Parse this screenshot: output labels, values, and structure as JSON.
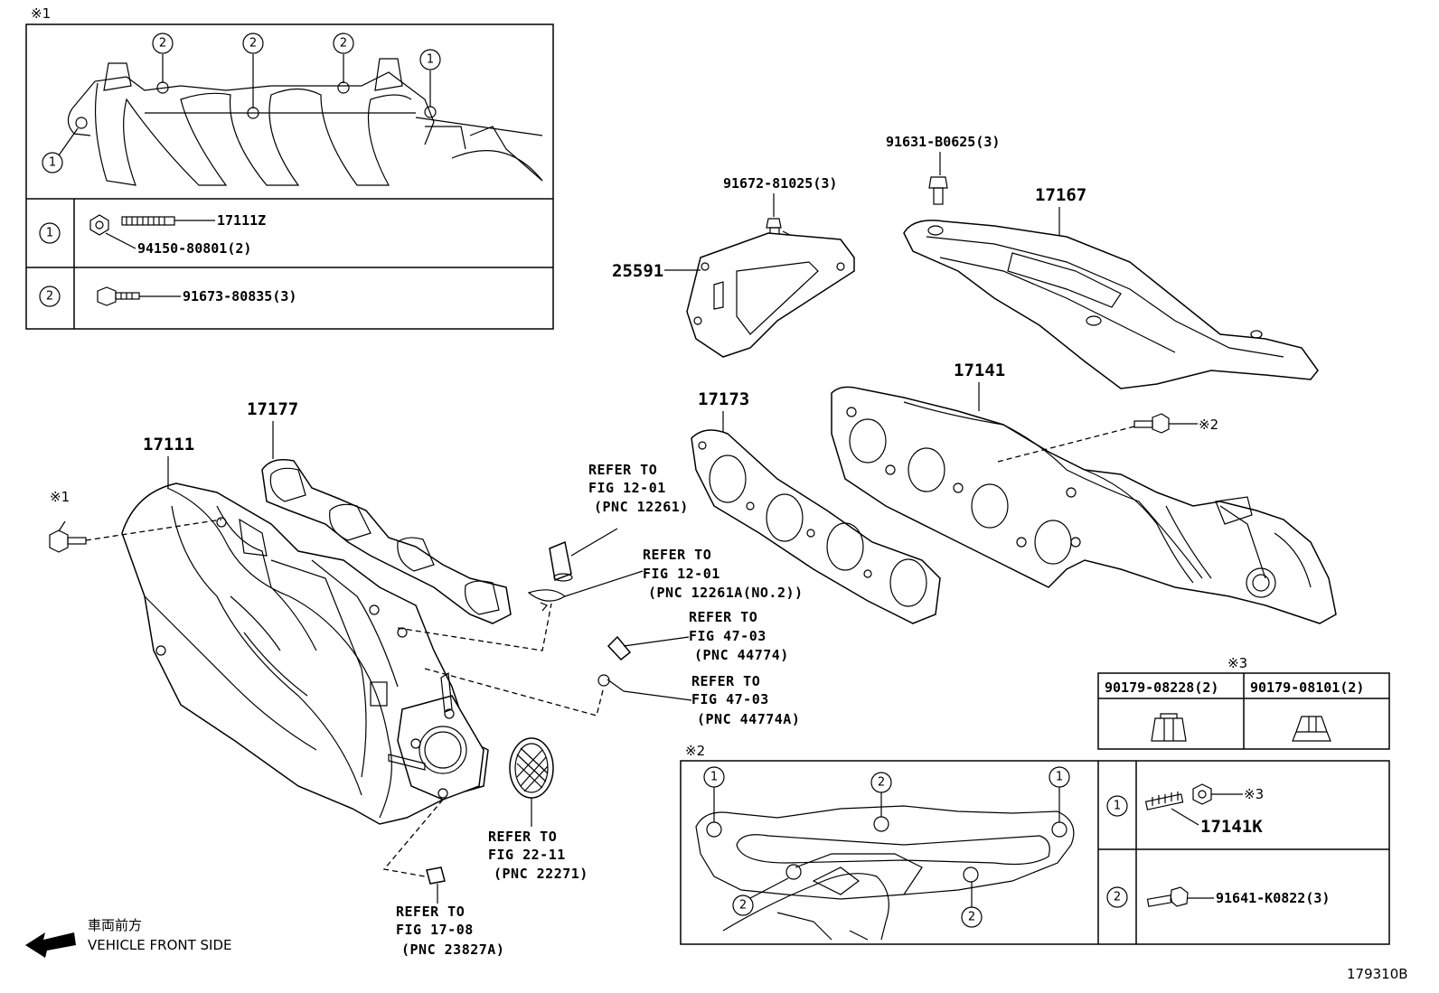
{
  "diagram": {
    "figure_id": "179310B",
    "front_side": {
      "jp": "車両前方",
      "en": "VEHICLE FRONT SIDE"
    },
    "note_marks": {
      "n1": "※1",
      "n2": "※2",
      "n3": "※3"
    },
    "callouts": {
      "c1": "1",
      "c2": "2"
    },
    "inset1": {
      "row1_parts": [
        "17111Z",
        "94150-80801(2)"
      ],
      "row2_parts": [
        "91673-80835(3)"
      ]
    },
    "inset2": {
      "row1_parts": [
        "17141K"
      ],
      "row2_parts": [
        "91641-K0822(3)"
      ]
    },
    "inset3": {
      "headers": [
        "90179-08228(2)",
        "90179-08101(2)"
      ]
    },
    "parts": {
      "p17111": "17111",
      "p17177": "17177",
      "p17173": "17173",
      "p17141": "17141",
      "p17167": "17167",
      "p25591": "25591",
      "p91672": "91672-81025(3)",
      "p91631": "91631-B0625(3)"
    },
    "refs": [
      {
        "l1": "REFER TO",
        "l2": "FIG 12-01",
        "l3": "(PNC 12261)"
      },
      {
        "l1": "REFER TO",
        "l2": "FIG 12-01",
        "l3": "(PNC 12261A(NO.2))"
      },
      {
        "l1": "REFER TO",
        "l2": "FIG 47-03",
        "l3": "(PNC 44774)"
      },
      {
        "l1": "REFER TO",
        "l2": "FIG 47-03",
        "l3": "(PNC 44774A)"
      },
      {
        "l1": "REFER TO",
        "l2": "FIG 22-11",
        "l3": "(PNC 22271)"
      },
      {
        "l1": "REFER TO",
        "l2": "FIG 17-08",
        "l3": "(PNC 23827A)"
      }
    ]
  }
}
